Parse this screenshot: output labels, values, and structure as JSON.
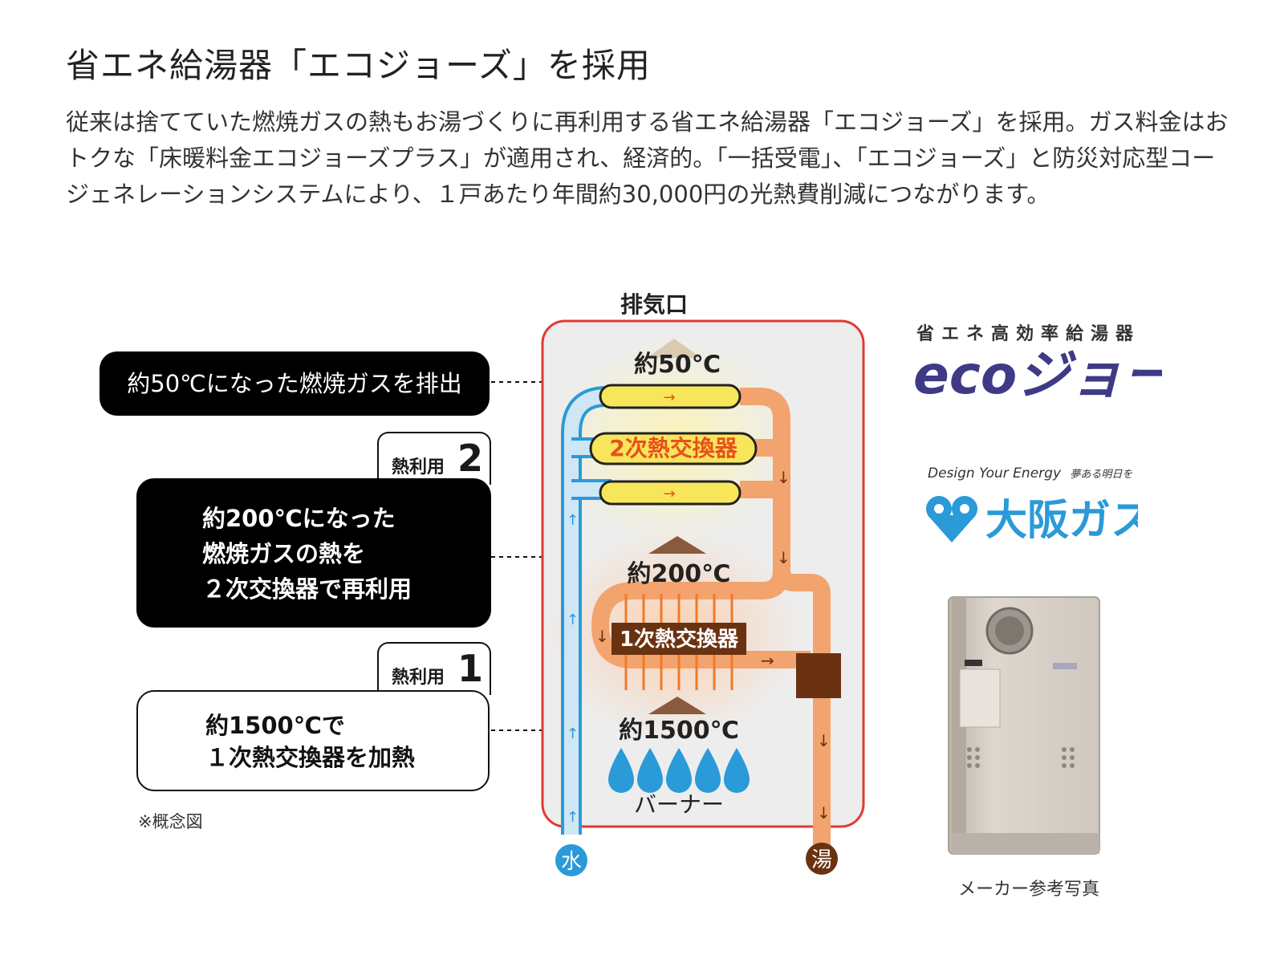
{
  "title": "省エネ給湯器「エコジョーズ」を採用",
  "description": "従来は捨てていた燃焼ガスの熱もお湯づくりに再利用する省エネ給湯器「エコジョーズ」を採用。ガス料金はおトクな「床暖料金エコジョーズプラス」が適用され、経済的。「一括受電」、「エコジョーズ」と防災対応型コージェネレーションシステムにより、１戸あたり年間約30,000円の光熱費削減につながります。",
  "callouts": {
    "exhaust": "約50℃になった燃焼ガスを排出",
    "reuse": {
      "tab_label": "熱利用",
      "tab_number": "2",
      "lines": [
        "約200℃になった",
        "燃焼ガスの熱を",
        "２次交換器で再利用"
      ]
    },
    "heat": {
      "tab_label": "熱利用",
      "tab_number": "1",
      "lines": [
        "約1500℃で",
        "１次熱交換器を加熱"
      ]
    }
  },
  "note": "※概念図",
  "diagram": {
    "outlet_label": "排気口",
    "temp_50": "約50℃",
    "temp_200": "約200℃",
    "temp_1500": "約1500℃",
    "secondary_exchanger": "2次熱交換器",
    "primary_exchanger": "1次熱交換器",
    "burner": "バーナー",
    "water_in": "水",
    "hot_water_out": "湯"
  },
  "logos": {
    "ecojozu_tagline": "省エネ高効率給湯器",
    "ecojozu_name": "ecoジョーズ",
    "osaka_tagline": "Design Your Energy",
    "osaka_subtag": "夢ある明日を",
    "osaka_name": "大阪ガス"
  },
  "maker_photo_caption": "メーカー参考写真",
  "colors": {
    "frame_red": "#e03a33",
    "water_blue": "#2a9ad8",
    "hot_orange": "#f3a36e",
    "exchanger_yellow": "#f7e65a",
    "brown": "#6a3210",
    "logo_navy": "#3f3a86"
  }
}
